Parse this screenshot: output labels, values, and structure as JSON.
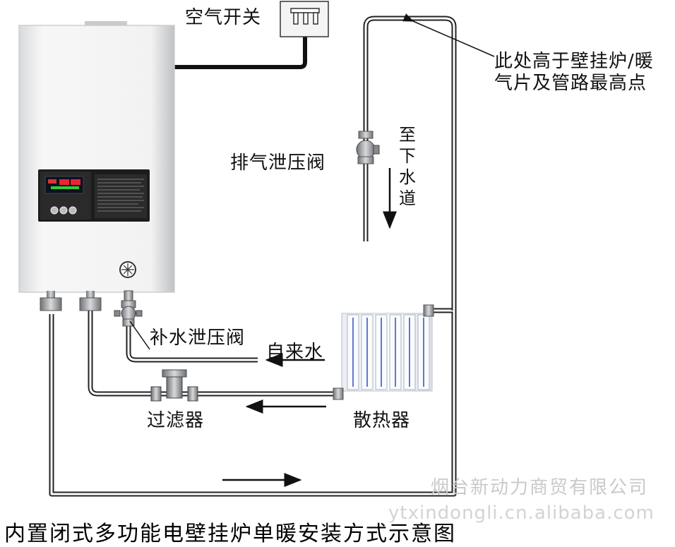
{
  "labels": {
    "air_switch": "空气开关",
    "note_high_point": [
      "此处高于壁挂炉/暖",
      "气片及管路最高点"
    ],
    "exhaust_valve": "排气泄压阀",
    "to_drain": "至下水道",
    "refill_valve": "补水泄压阀",
    "tap_water": "自来水",
    "filter": "过滤器",
    "radiator": "散热器"
  },
  "caption": "内置闭式多功能电壁挂炉单暖安装方式示意图",
  "watermark": {
    "company": "烟台新动力商贸有限公司",
    "site": "ytxindongli.cn.alibaba.com"
  }
}
